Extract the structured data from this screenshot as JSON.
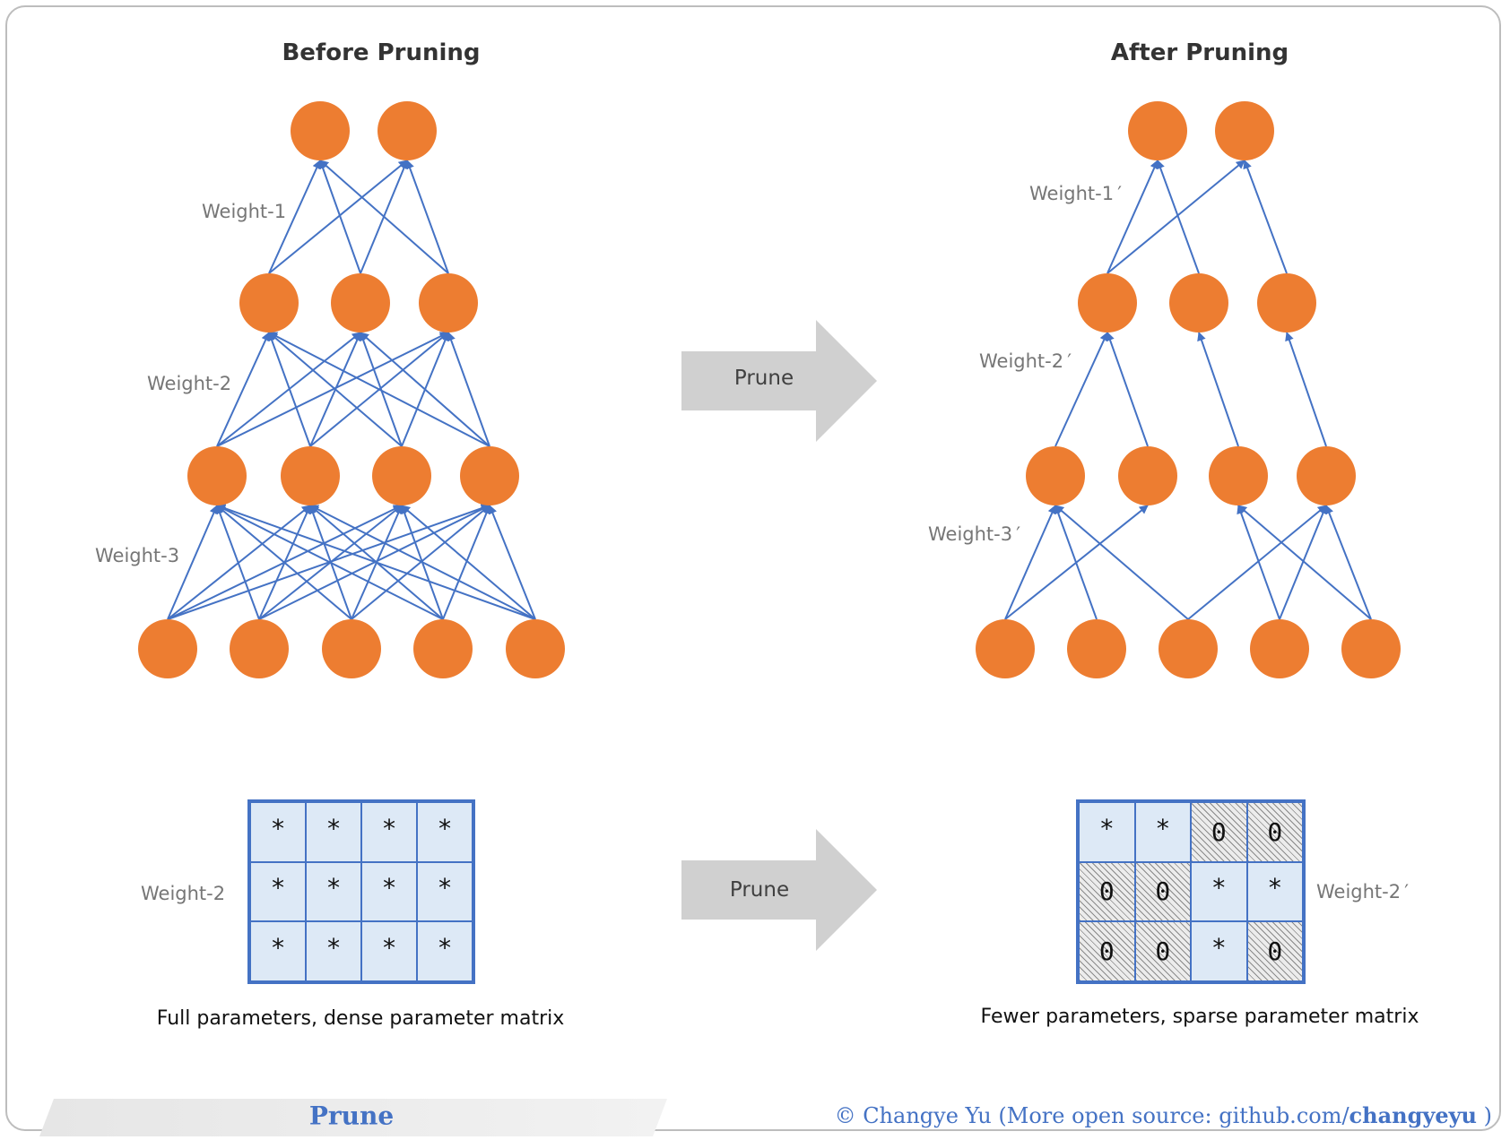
{
  "left": {
    "title": "Before Pruning",
    "weight_labels": [
      "Weight-1",
      "Weight-2",
      "Weight-3"
    ],
    "matrix_label": "Weight-2",
    "matrix": [
      [
        "*",
        "*",
        "*",
        "*"
      ],
      [
        "*",
        "*",
        "*",
        "*"
      ],
      [
        "*",
        "*",
        "*",
        "*"
      ]
    ],
    "caption": "Full parameters, dense parameter matrix"
  },
  "right": {
    "title": "After Pruning",
    "weight_labels": [
      "Weight-1 ′",
      "Weight-2 ′",
      "Weight-3 ′"
    ],
    "matrix_label": "Weight-2 ′",
    "matrix": [
      [
        "*",
        "*",
        "0",
        "0"
      ],
      [
        "0",
        "0",
        "*",
        "*"
      ],
      [
        "0",
        "0",
        "*",
        "0"
      ]
    ],
    "caption": "Fewer parameters, sparse parameter matrix"
  },
  "arrows": {
    "top_label": "Prune",
    "bottom_label": "Prune"
  },
  "footer": {
    "title": "Prune",
    "credit_prefix": "© Changye Yu  (More open source:    github.com/",
    "credit_user": "changyeyu",
    "credit_suffix": " )"
  },
  "colors": {
    "node": "#ed7d31",
    "edge": "#4472c4",
    "arrow": "#d0d0d0",
    "matrix_fill": "#dde9f6"
  },
  "network": {
    "layers": [
      2,
      3,
      4,
      5
    ],
    "pruned_connections": {
      "weight_1": [
        [
          0,
          0
        ],
        [
          1,
          0
        ],
        [
          0,
          1
        ],
        [
          2,
          1
        ]
      ],
      "weight_2": [
        [
          0,
          0
        ],
        [
          1,
          0
        ],
        [
          2,
          1
        ],
        [
          3,
          2
        ]
      ],
      "weight_3": [
        [
          0,
          0
        ],
        [
          1,
          0
        ],
        [
          0,
          1
        ],
        [
          2,
          0
        ],
        [
          3,
          2
        ],
        [
          4,
          2
        ],
        [
          2,
          3
        ],
        [
          3,
          3
        ],
        [
          4,
          3
        ]
      ]
    }
  }
}
